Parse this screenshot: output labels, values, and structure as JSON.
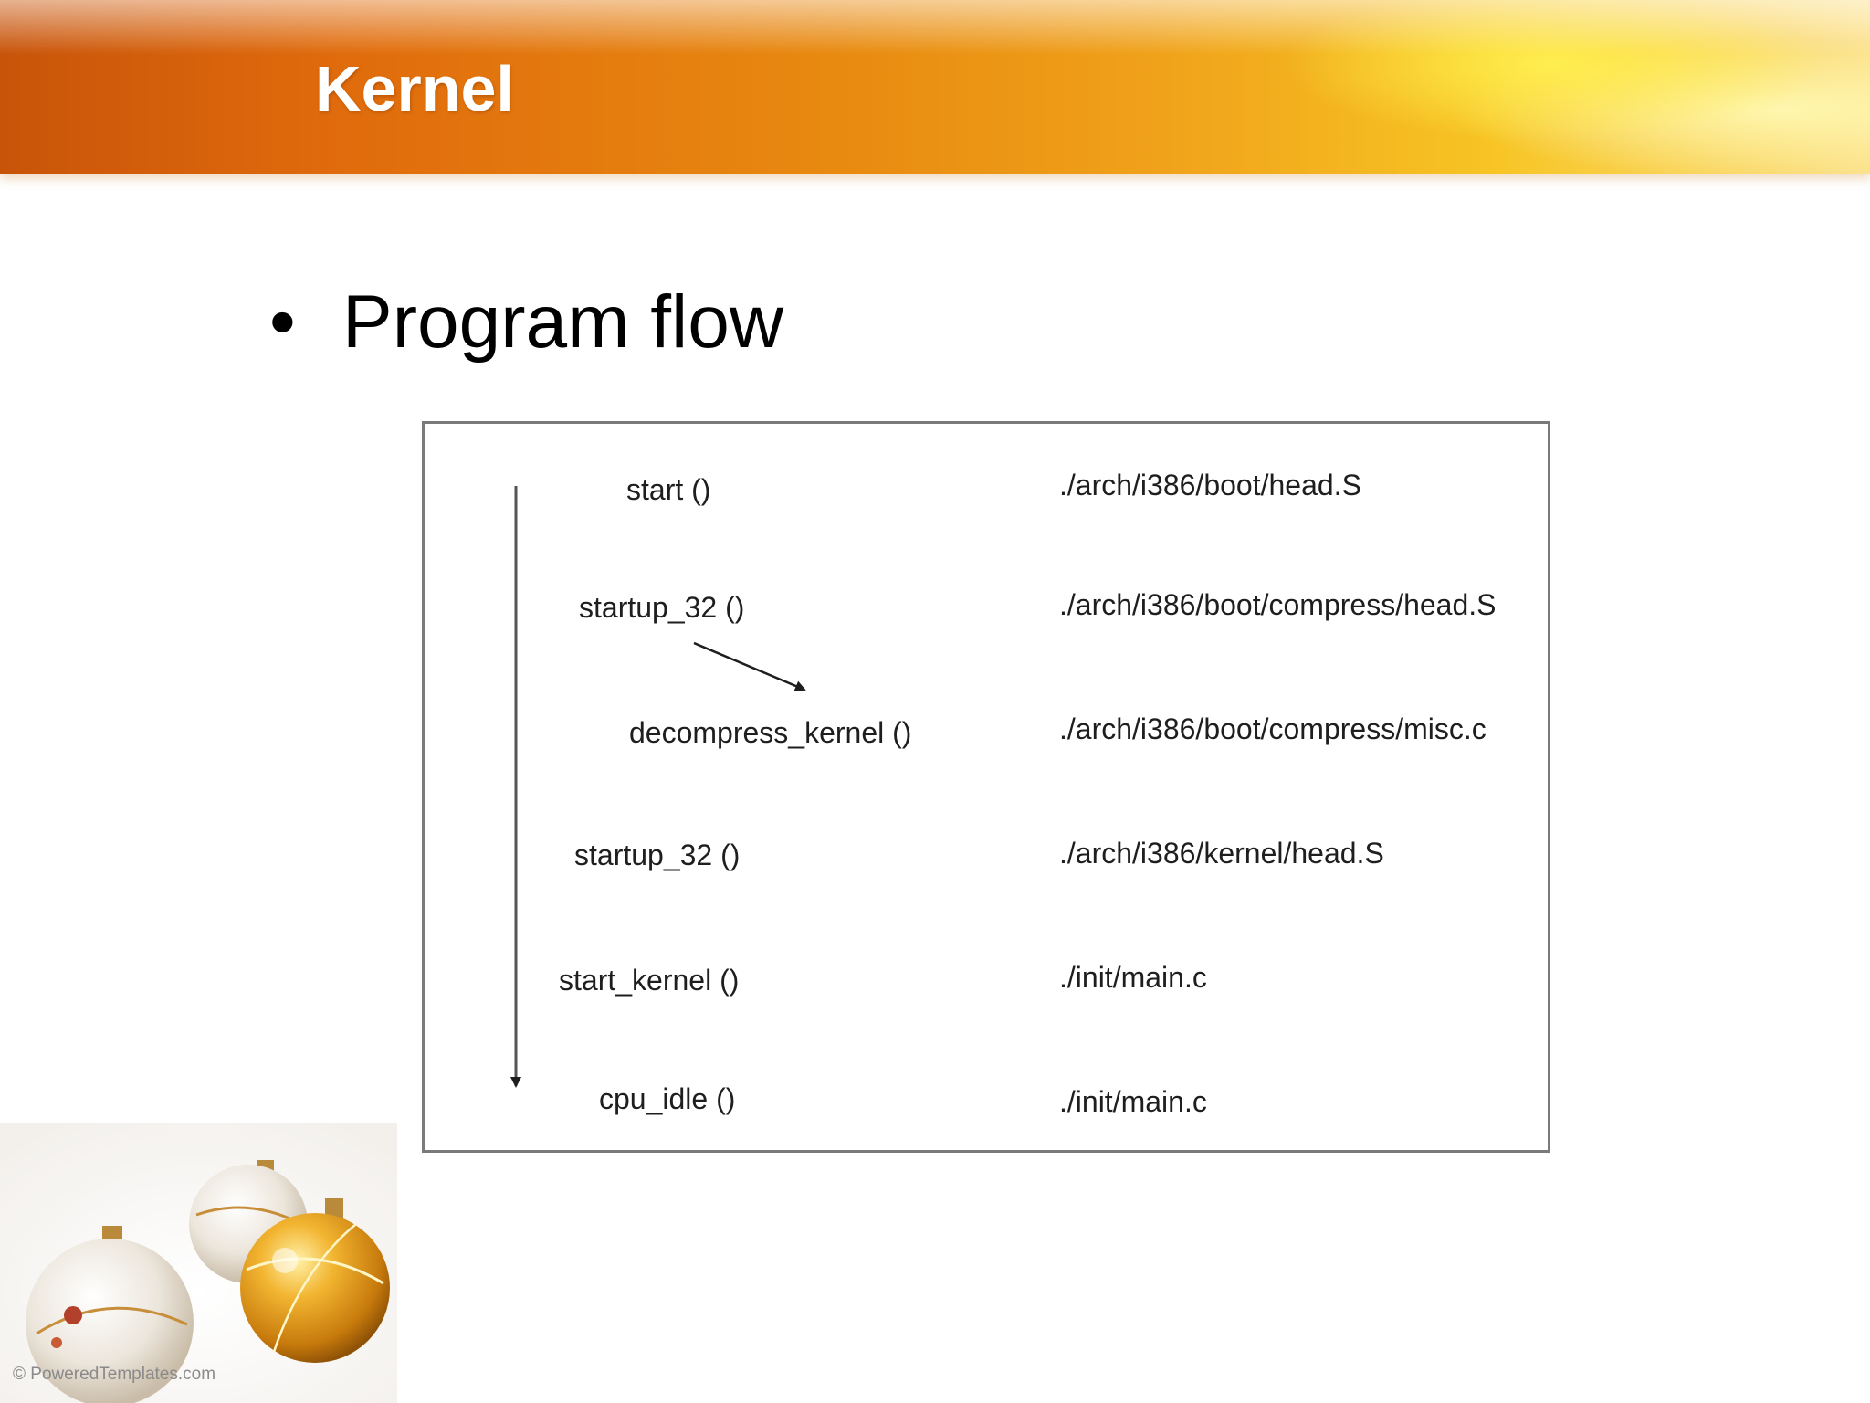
{
  "slide": {
    "title": "Kernel",
    "bullet_text": "Program flow",
    "bullet_glyph": "•"
  },
  "diagram": {
    "rows": [
      {
        "function": "start ()",
        "file": "./arch/i386/boot/head.S"
      },
      {
        "function": "startup_32 ()",
        "file": "./arch/i386/boot/compress/head.S"
      },
      {
        "function": "decompress_kernel ()",
        "file": "./arch/i386/boot/compress/misc.c"
      },
      {
        "function": "startup_32 ()",
        "file": "./arch/i386/kernel/head.S"
      },
      {
        "function": "start_kernel ()",
        "file": "./init/main.c"
      },
      {
        "function": "cpu_idle ()",
        "file": "./init/main.c"
      }
    ]
  },
  "footer": {
    "watermark": "© PoweredTemplates.com"
  },
  "colors": {
    "title_text": "#ffffff",
    "band_orange": "#e06b0c",
    "band_yellow": "#f7c524",
    "box_border": "#7a7a7a",
    "ornament_gold": "#e8a020"
  }
}
